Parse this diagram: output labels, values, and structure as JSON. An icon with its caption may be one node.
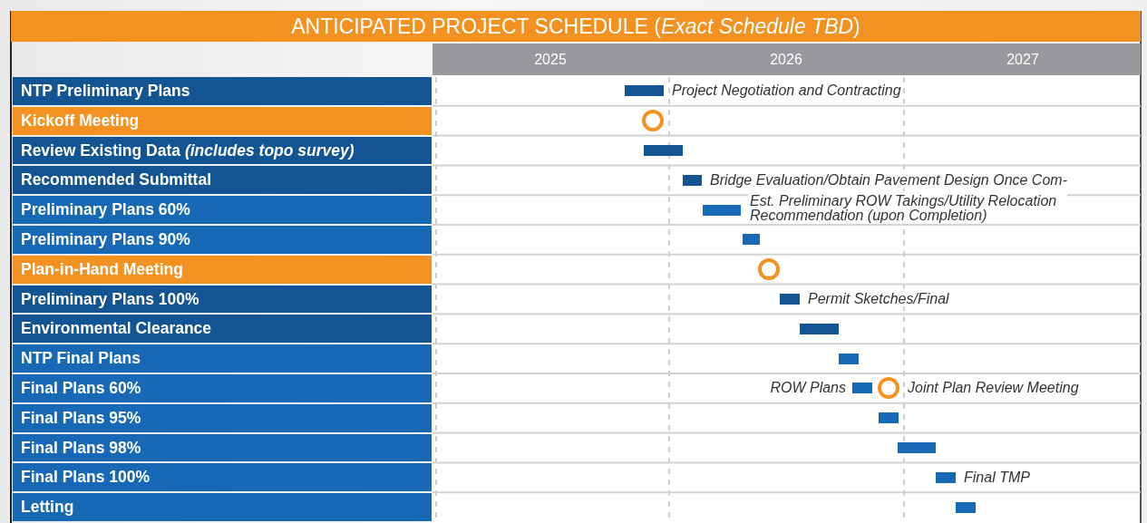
{
  "diagram": {
    "title": "ANTICIPATED PROJECT SCHEDULE (*Exact Schedule TBD*)",
    "nodes": [
      {
        "text": [
          "NTP Preliminary Plans"
        ]
      },
      {
        "text": [
          "Kickoff Meeting"
        ]
      },
      {
        "text": [
          "Review Existing Data *(includes topo survey)*"
        ]
      },
      {
        "text": [
          "Recommended Submittal"
        ]
      },
      {
        "text": [
          "Preliminary Plans 60%"
        ]
      },
      {
        "text": [
          "Preliminary Plans 90%"
        ]
      },
      {
        "text": [
          "Plan-in-Hand Meeting"
        ]
      },
      {
        "text": [
          "Preliminary Plans 100%"
        ]
      },
      {
        "text": [
          "Environmental Clearance"
        ]
      },
      {
        "text": [
          "NTP Final Plans"
        ]
      },
      {
        "text": [
          "Final Plans 60%"
        ]
      },
      {
        "text": [
          "Final Plans 95%"
        ]
      },
      {
        "text": [
          "Final Plans 98%"
        ]
      },
      {
        "text": [
          "Final Plans 100%"
        ]
      },
      {
        "text": [
          "Letting"
        ]
      },
      {
        "text": [],
        "shape": "bar",
        "beside": [
          "Project Negotiation and Contracting"
        ]
      },
      {
        "text": [],
        "shape": "circle"
      },
      {
        "text": [],
        "shape": "bar"
      },
      {
        "text": [],
        "shape": "bar",
        "beside": [
          "Bridge Evaluation/Obtain Pavement Design Once Com-"
        ]
      },
      {
        "text": [],
        "shape": "bar",
        "beside": [
          "Est. Preliminary ROW Takings/Utility Relocation Recommendation (upon Completion)"
        ]
      },
      {
        "text": [],
        "shape": "bar"
      },
      {
        "text": [],
        "shape": "circle"
      },
      {
        "text": [],
        "shape": "bar",
        "beside": [
          "Permit Sketches/Final"
        ]
      },
      {
        "text": [],
        "shape": "bar"
      },
      {
        "text": [],
        "shape": "bar"
      },
      {
        "text": [],
        "shape": "bar",
        "beside": [
          "ROW Plans"
        ]
      },
      {
        "text": [],
        "shape": "circle",
        "beside": [
          "Joint Plan Review Meeting"
        ]
      },
      {
        "text": [],
        "shape": "bar"
      },
      {
        "text": [],
        "shape": "bar"
      },
      {
        "text": [],
        "shape": "bar",
        "beside": [
          "Final TMP"
        ]
      },
      {
        "text": [],
        "shape": "bar"
      }
    ],
    "labels": [
      "2025",
      "2026",
      "2027"
    ]
  }
}
